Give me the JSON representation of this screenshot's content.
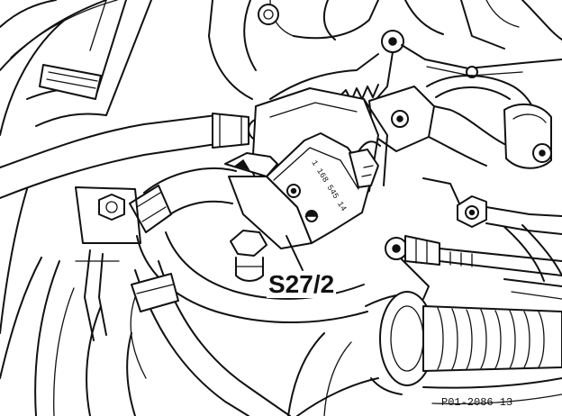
{
  "figure": {
    "callout_label": "S27/2",
    "figure_code": "P01-2086-13",
    "component_marking": "1 168 545 14"
  }
}
